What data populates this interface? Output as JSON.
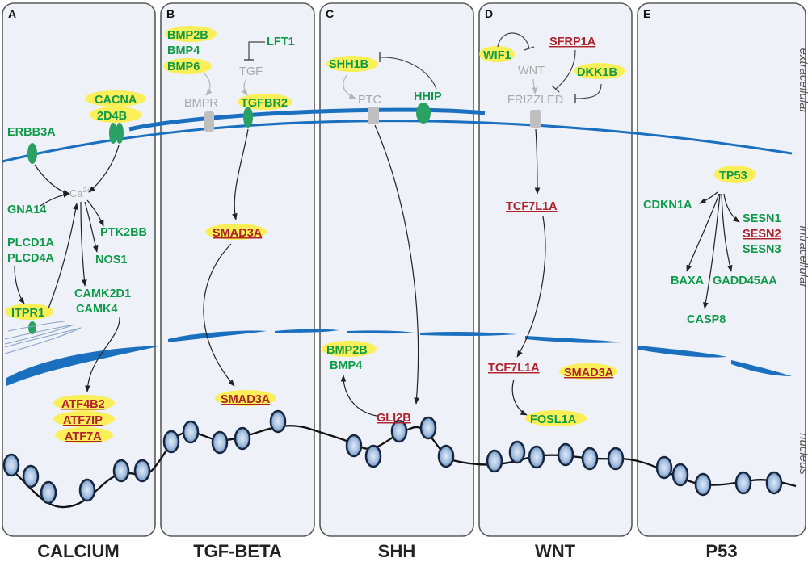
{
  "panels": [
    {
      "letter": "A",
      "name": "CALCIUM"
    },
    {
      "letter": "B",
      "name": "TGF-BETA"
    },
    {
      "letter": "C",
      "name": "SHH"
    },
    {
      "letter": "D",
      "name": "WNT"
    },
    {
      "letter": "E",
      "name": "P53"
    }
  ],
  "regions": {
    "extracellular": "extracellular",
    "intracellular": "intracellular",
    "nucleus": "nucleus"
  },
  "calcium": {
    "cacna": "CACNA",
    "cacna2": "2D4B",
    "erbb3a": "ERBB3A",
    "ca": "Ca",
    "ca_sup": "2+",
    "gna14": "GNA14",
    "ptk2bb": "PTK2BB",
    "plcd1a": "PLCD1A",
    "plcd4a": "PLCD4A",
    "nos1": "NOS1",
    "camk2d1": "CAMK2D1",
    "camk4": "CAMK4",
    "itpr1": "ITPR1",
    "atf4b2": "ATF4B2",
    "atf7ip": "ATF7IP",
    "atf7a": "ATF7A"
  },
  "tgf": {
    "bmp2b": "BMP2B",
    "bmp4": "BMP4",
    "bmp6": "BMP6",
    "lft1": "LFT1",
    "tgf": "TGF",
    "bmpr": "BMPR",
    "tgfbr2": "TGFBR2",
    "smad3a_cyto": "SMAD3A",
    "smad3a_nuc": "SMAD3A"
  },
  "shh": {
    "shh1b": "SHH1B",
    "ptc": "PTC",
    "hhip": "HHIP",
    "bmp2b": "BMP2B",
    "bmp4": "BMP4",
    "gli2b": "GLI2B"
  },
  "wnt": {
    "wif1": "WIF1",
    "sfrp1a": "SFRP1A",
    "wnt": "WNT",
    "dkk1b": "DKK1B",
    "frizzled": "FRIZZLED",
    "tcf7l1a_cyto": "TCF7L1A",
    "tcf7l1a_nuc": "TCF7L1A",
    "smad3a": "SMAD3A",
    "fosl1a": "FOSL1A"
  },
  "p53": {
    "tp53": "TP53",
    "cdkn1a": "CDKN1A",
    "sesn1": "SESN1",
    "sesn2": "SESN2",
    "sesn3": "SESN3",
    "baxa": "BAXA",
    "gadd45aa": "GADD45AA",
    "casp8": "CASP8"
  },
  "colors": {
    "activated": "#0f9a4a",
    "repressed": "#b0222a",
    "highlight": "#fbee3a",
    "membrane": "#1b6fbf",
    "inactive": "#a8a8a8"
  }
}
